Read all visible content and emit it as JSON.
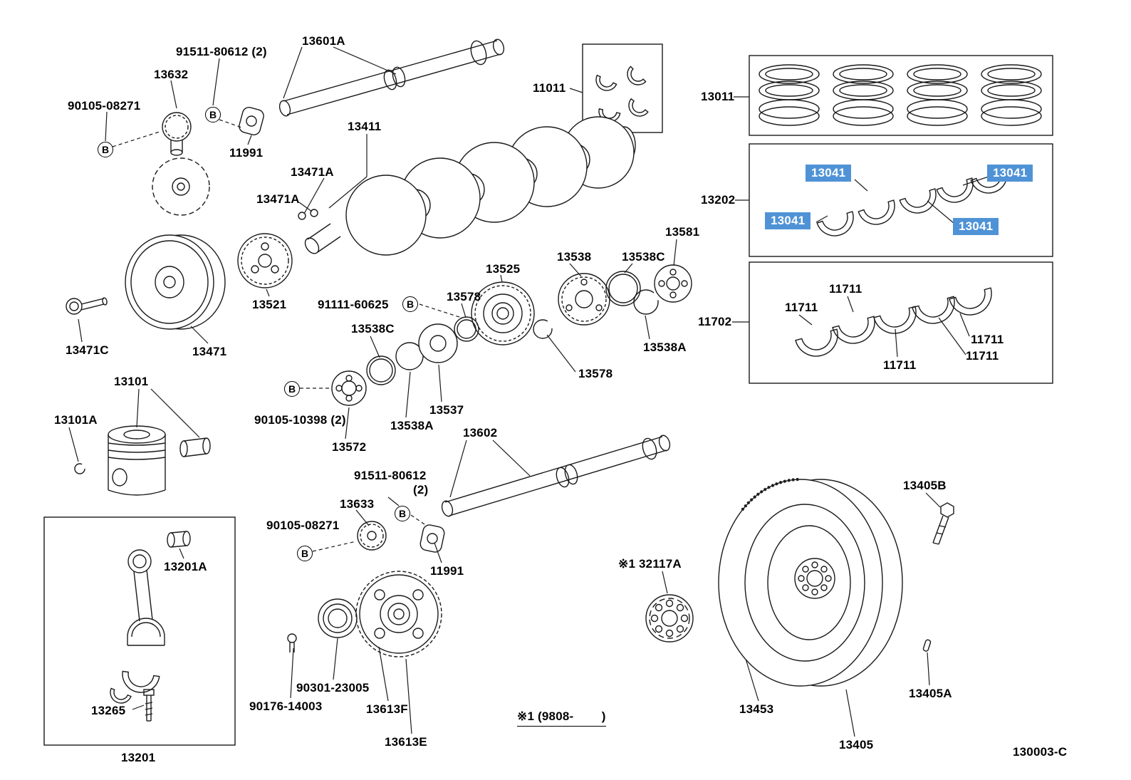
{
  "colors": {
    "highlight_bg": "#4f93d6",
    "highlight_text": "#ffffff",
    "line": "#1a1a1a"
  },
  "marker": {
    "b": "B"
  },
  "note": {
    "text": "※1 (9808-        )"
  },
  "figure_code": "130003-C",
  "labels": {
    "p91511_top": "91511-80612 (2)",
    "p13601A": "13601A",
    "p13632": "13632",
    "p90105_08271_top": "90105-08271",
    "p11011": "11011",
    "p13011": "13011",
    "p11991_top": "11991",
    "p13411": "13411",
    "p13471A_1": "13471A",
    "p13471A_2": "13471A",
    "p13202": "13202",
    "p13041_1": "13041",
    "p13041_2": "13041",
    "p13041_3": "13041",
    "p13041_4": "13041",
    "p13581": "13581",
    "p13538": "13538",
    "p13538C_r": "13538C",
    "p13525": "13525",
    "p11702": "11702",
    "p11711_1": "11711",
    "p11711_2": "11711",
    "p11711_3": "11711",
    "p11711_4": "11711",
    "p11711_5": "11711",
    "p91111": "91111-60625",
    "p13578_t": "13578",
    "p13538C_l": "13538C",
    "p13521": "13521",
    "p13538A_r": "13538A",
    "p13578_b": "13578",
    "p13471C": "13471C",
    "p13471": "13471",
    "p13537": "13537",
    "p13538A_l": "13538A",
    "p90105_10398": "90105-10398 (2)",
    "p13101": "13101",
    "p13101A": "13101A",
    "p13572": "13572",
    "p13602": "13602",
    "p91511_bot": "91511-80612",
    "p91511_bot2": "(2)",
    "p13633": "13633",
    "p90105_08271_bot": "90105-08271",
    "p11991_bot": "11991",
    "p13201A": "13201A",
    "p13405B": "13405B",
    "p32117A": "※1 32117A",
    "p13265": "13265",
    "p90301": "90301-23005",
    "p90176": "90176-14003",
    "p13613F": "13613F",
    "p13613E": "13613E",
    "p13201": "13201",
    "p13453": "13453",
    "p13405": "13405",
    "p13405A": "13405A"
  }
}
